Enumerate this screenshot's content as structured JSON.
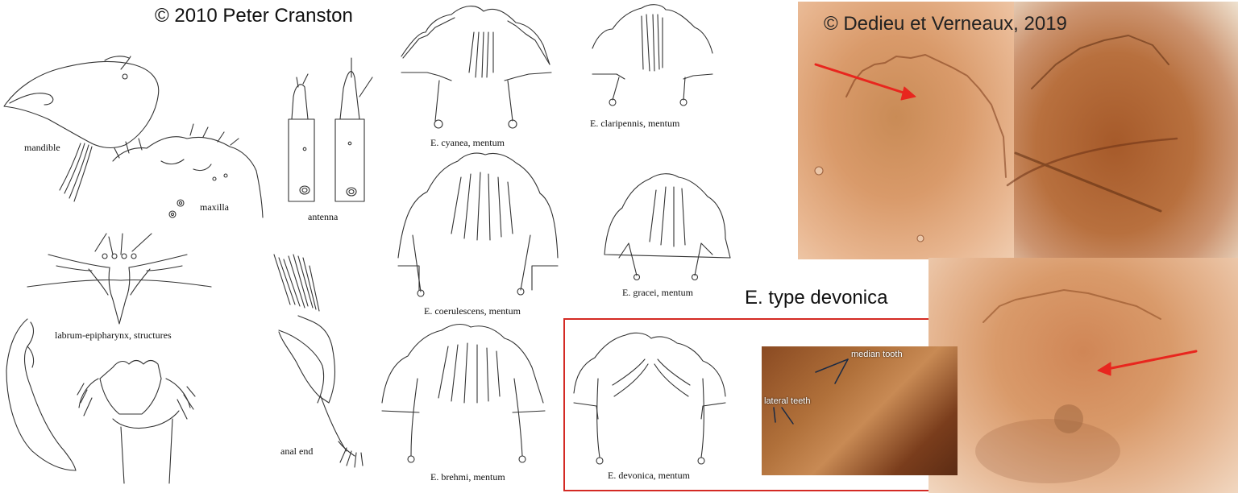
{
  "credits": {
    "left": "© 2010 Peter Cranston",
    "right": "© Dedieu et Verneaux, 2019"
  },
  "labels": {
    "mandible": "mandible",
    "maxilla": "maxilla",
    "antenna": "antenna",
    "labrum": "labrum-epipharynx, structures",
    "anal_end": "anal end",
    "cyanea": "E. cyanea, mentum",
    "claripennis": "E. claripennis, mentum",
    "coerulescens": "E. coerulescens, mentum",
    "gracei": "E. gracei, mentum",
    "brehmi": "E. brehmi, mentum",
    "devonica": "E. devonica, mentum",
    "type_devonica": "E. type devonica",
    "median_tooth": "median tooth",
    "lateral_teeth": "lateral teeth"
  },
  "colors": {
    "highlight_box": "#d42a24",
    "arrow": "#e8261e",
    "photo_amber": "#c8824a"
  }
}
